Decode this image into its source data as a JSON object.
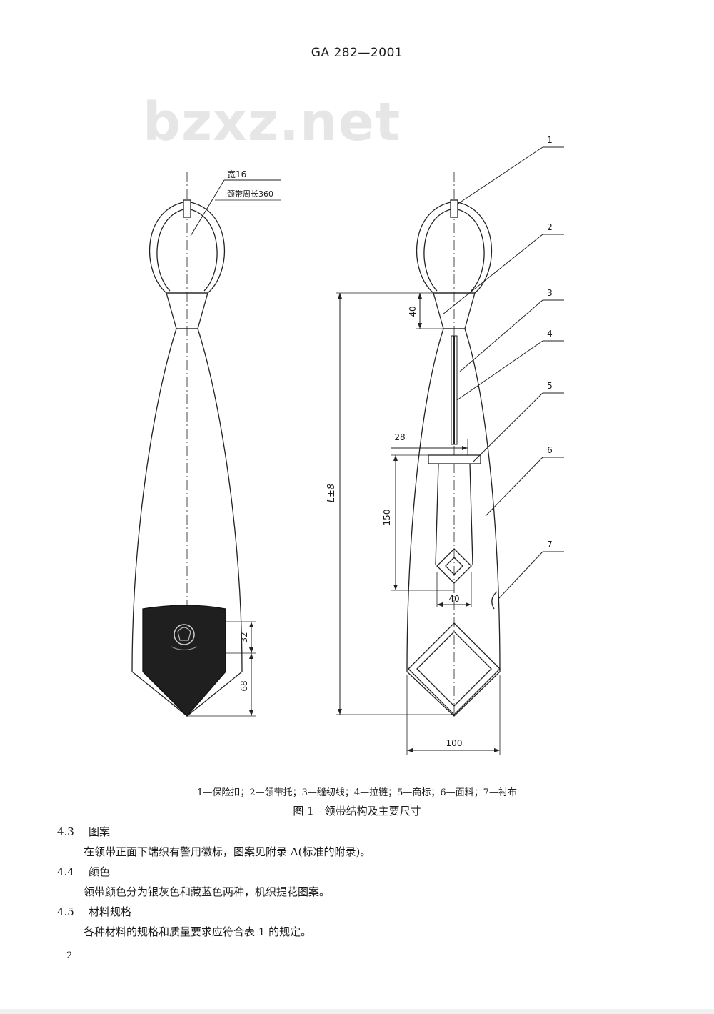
{
  "header": {
    "code": "GA 282—2001"
  },
  "watermark": "bzxz.net",
  "figure": {
    "left_labels": {
      "width": "宽16",
      "circumference": "颈带周长360"
    },
    "dims": {
      "d32": "32",
      "d68": "68",
      "d40_top": "40",
      "d28": "28",
      "d150": "150",
      "d40_bottom": "40",
      "length": "L±8",
      "d100": "100"
    },
    "callouts": [
      "1",
      "2",
      "3",
      "4",
      "5",
      "6",
      "7"
    ],
    "legend": "1—保险扣；2—领带托；3—缝纫线；4—拉链；5—商标；6—面料；7—衬布",
    "caption": "图 1　领带结构及主要尺寸"
  },
  "sections": [
    {
      "num": "4.3",
      "title": "图案",
      "body": "在领带正面下端织有警用徽标，图案见附录 A(标准的附录)。"
    },
    {
      "num": "4.4",
      "title": "颜色",
      "body": "领带颜色分为银灰色和藏蓝色两种，机织提花图案。"
    },
    {
      "num": "4.5",
      "title": "材料规格",
      "body": "各种材料的规格和质量要求应符合表 1 的规定。"
    }
  ],
  "page_number": "2"
}
